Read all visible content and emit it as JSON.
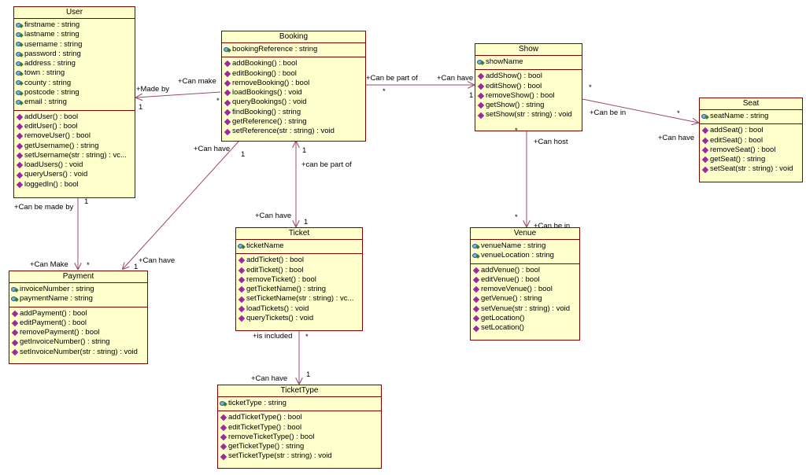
{
  "classes": {
    "user": {
      "name": "User",
      "attributes": [
        "firstname : string",
        "lastname : string",
        "username : string",
        "password : string",
        "address : string",
        "town : string",
        "county : string",
        "postcode : string",
        "email : string"
      ],
      "operations": [
        "addUser() : bool",
        "editUser() : bool",
        "removeUser() : bool",
        "getUsername() : string",
        "setUsername(str : string) : vc...",
        "loadUsers() : void",
        "queryUsers() : void",
        "loggedIn() : bool"
      ]
    },
    "booking": {
      "name": "Booking",
      "attributes": [
        "bookingReference : string"
      ],
      "operations": [
        "addBooking() : bool",
        "editBooking() : bool",
        "removeBooking() : bool",
        "loadBookings() : void",
        "queryBookings() : void",
        "findBooking() : string",
        "getReference() : string",
        "setReference(str : string) : void"
      ]
    },
    "show": {
      "name": "Show",
      "attributes": [
        "showName"
      ],
      "operations": [
        "addShow() : bool",
        "editShow() : bool",
        "removeShow() : bool",
        "getShow() : string",
        "setShow(str : string) : void"
      ]
    },
    "seat": {
      "name": "Seat",
      "attributes": [
        "seatName : string"
      ],
      "operations": [
        "addSeat() : bool",
        "editSeat() : bool",
        "removeSeat() : bool",
        "getSeat() : string",
        "setSeat(str : string) : void"
      ]
    },
    "payment": {
      "name": "Payment",
      "attributes": [
        "invoiceNumber : string",
        "paymentName : string"
      ],
      "operations": [
        "addPayment() : bool",
        "editPayment() : bool",
        "removePayment() : bool",
        "getInvoiceNumber() : string",
        "setInvoiceNumber(str : string) : void"
      ]
    },
    "ticket": {
      "name": "Ticket",
      "attributes": [
        "ticketName"
      ],
      "operations": [
        "addTicket() : bool",
        "editTicket() : bool",
        "removeTicket() : bool",
        "getTicketName() : string",
        "setTicketName(str : string) : vc...",
        "loadTickets() : void",
        "queryTickets() : void"
      ]
    },
    "venue": {
      "name": "Venue",
      "attributes": [
        "venueName : string",
        "venueLocation : string"
      ],
      "operations": [
        "addVenue() : bool",
        "editVenue() : bool",
        "removeVenue() : bool",
        "getVenue() : string",
        "setVenue(str : string) : void",
        "getLocation()",
        "setLocation()"
      ]
    },
    "tickettype": {
      "name": "TicketType",
      "attributes": [
        "ticketType : string"
      ],
      "operations": [
        "addTicketType() : bool",
        "editTicketType() : bool",
        "removeTicketType() : bool",
        "getTicketType() : string",
        "setTicketType(str : string) : void"
      ]
    }
  },
  "labels": {
    "made_by": "+Made by",
    "can_make_user_booking": "+Can make",
    "one_user_booking": "1",
    "star_user_booking": "*",
    "can_be_part_of": "+Can be part of",
    "can_have_booking_show": "+Can have",
    "star_booking_show": "*",
    "one_booking_show": "1",
    "star_show_seat_a": "*",
    "can_be_in_show_seat": "+Can be in",
    "star_show_seat_b": "*",
    "can_have_show_seat": "+Can have",
    "star_show_venue_a": "*",
    "can_host": "+Can host",
    "star_show_venue_b": "*",
    "can_be_in_venue": "+Can be in",
    "can_have_booking_payment": "+Can have",
    "one_booking_payment_a": "1",
    "can_have_payment": "+Can have",
    "one_booking_payment_b": "1",
    "one_booking_ticket": "1",
    "can_be_part_of_lower": "+can be part of",
    "can_have_ticket": "+Can have",
    "one_ticket": "1",
    "can_be_made_by": "+Can be made by",
    "one_user_payment": "1",
    "can_make_payment": "+Can Make",
    "star_payment": "*",
    "is_included": "+is included",
    "star_ticket_type": "*",
    "can_have_tickettype": "+Can have",
    "one_tickettype": "1"
  },
  "colors": {
    "box_fill": "#ffffcc",
    "border": "#800000",
    "connector": "#9c4a6e",
    "operation_icon": "#9c2a9c",
    "attribute_icon": "#7fb0e0"
  }
}
